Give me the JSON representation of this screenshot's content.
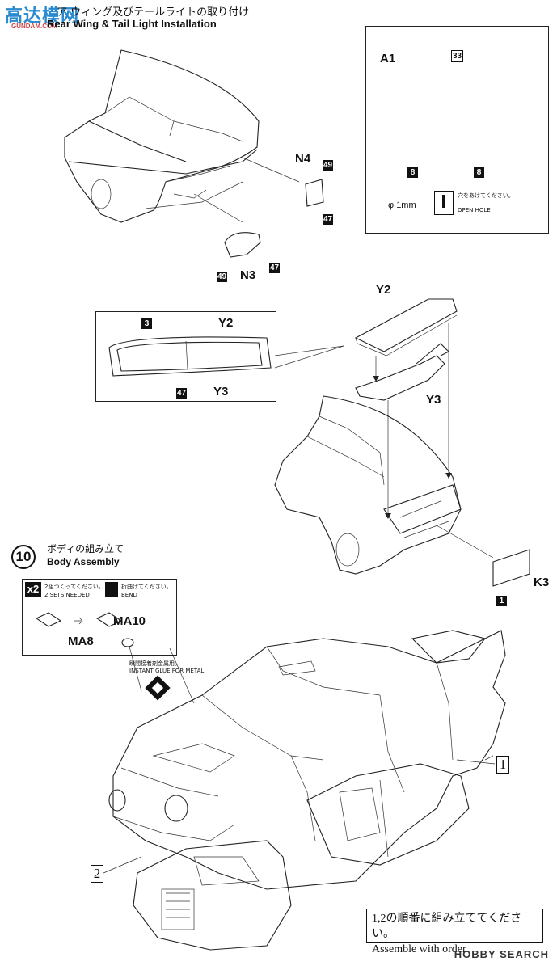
{
  "watermark": {
    "logo": "高达模网",
    "sub": "GUNDAM.COM"
  },
  "step9": {
    "title_jp": "ア ウィング及びテールライトの取り付け",
    "title_en": "Rear Wing & Tail Light Installation"
  },
  "parts": {
    "n4": "N4",
    "n3": "N3",
    "a1": "A1",
    "y2": "Y2",
    "y3": "Y3",
    "k3": "K3",
    "ma8": "MA8",
    "ma10": "MA10"
  },
  "colors": {
    "c49": "49",
    "c47": "47",
    "c33": "33",
    "c8": "8",
    "c3": "3",
    "c1": "1"
  },
  "hole_note": {
    "diameter": "φ 1mm",
    "jp": "穴をあけてください。",
    "en": "OPEN HOLE"
  },
  "step10": {
    "number": "10",
    "title_jp": "ボディの組み立て",
    "title_en": "Body Assembly",
    "x2": "x2",
    "sets_jp": "2組つくってください。",
    "sets_en": "2 SETS NEEDED",
    "bend_jp": "折曲げてください。",
    "bend_en": "BEND",
    "glue_jp": "瞬間接着剤金属用。",
    "glue_en": "INSTANT GLUE FOR METAL"
  },
  "sequence": {
    "one": "1",
    "two": "2"
  },
  "order_note": {
    "jp": "1,2の順番に組み立ててください。",
    "en": "Assemble with order."
  },
  "footer": "HOBBY SEARCH"
}
